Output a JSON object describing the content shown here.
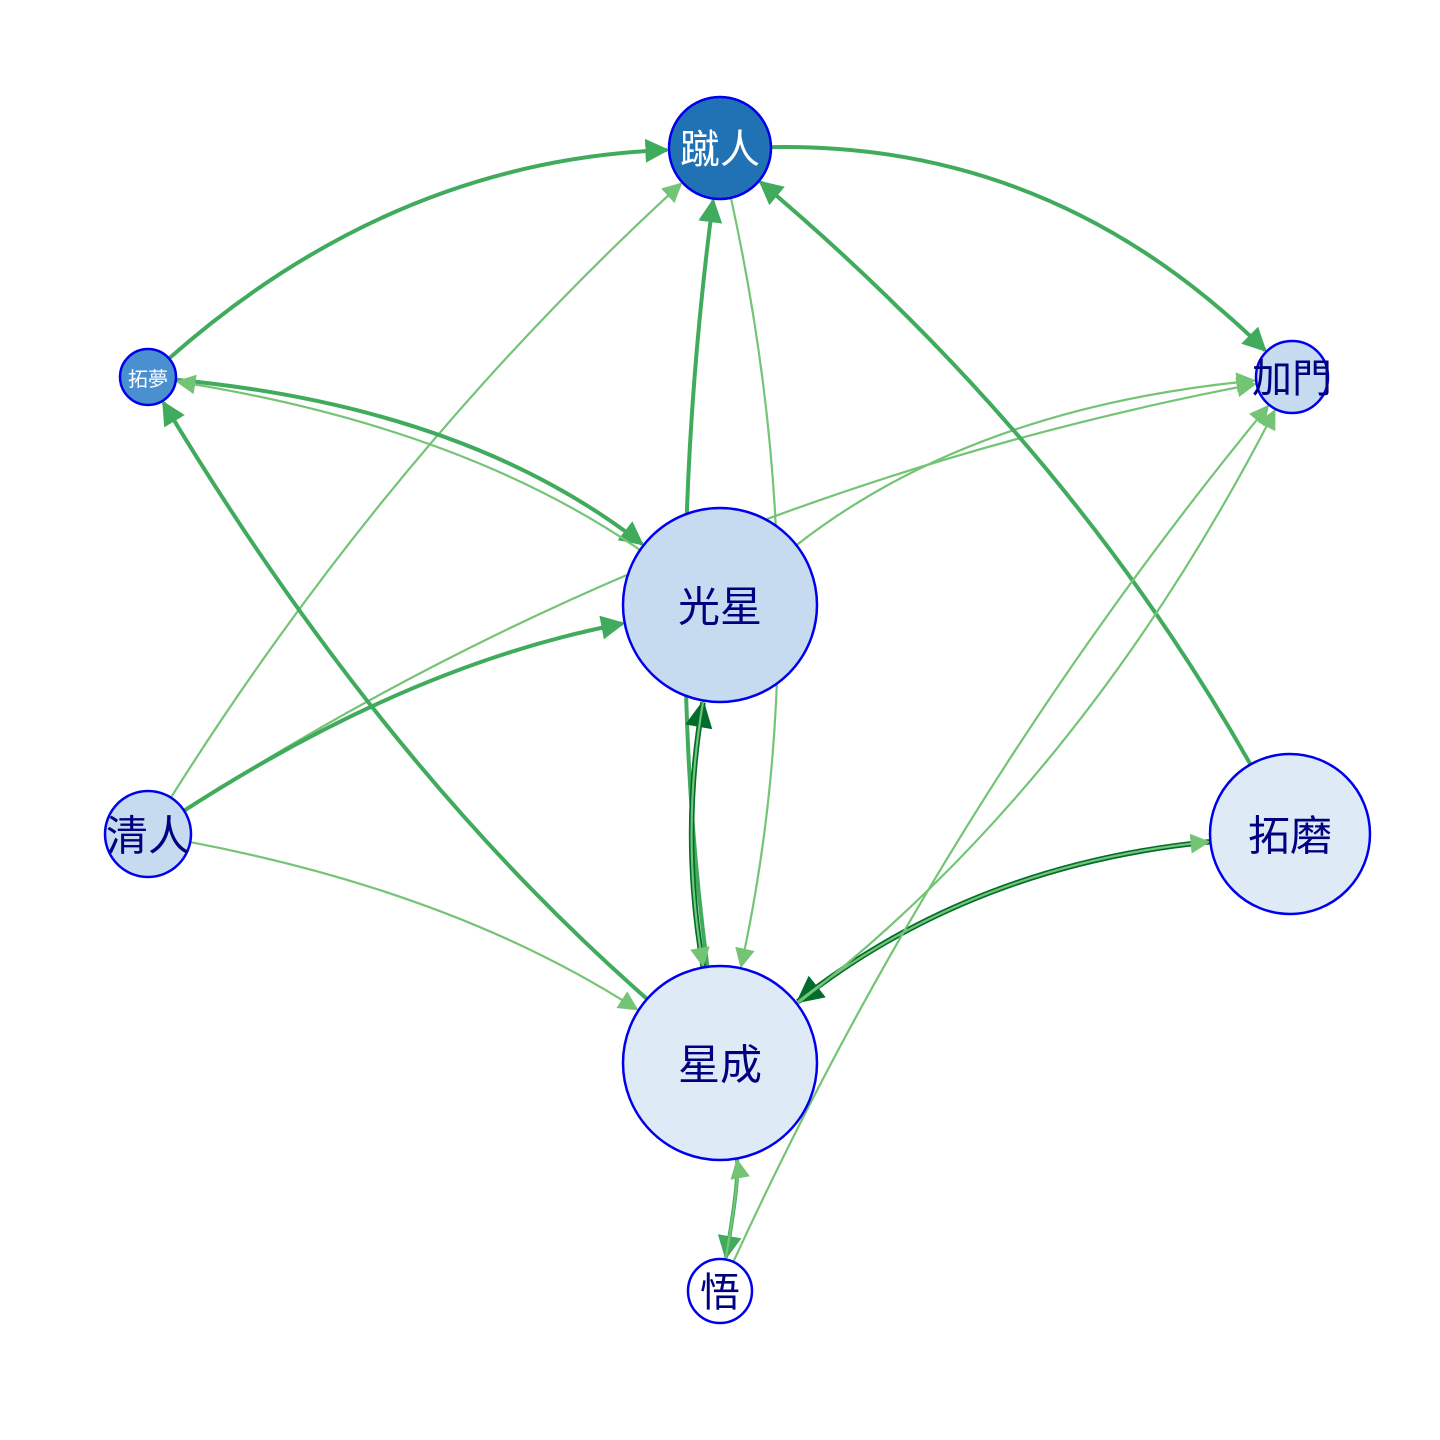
{
  "nodes": [
    {
      "id": "kick",
      "label": "蹴人",
      "fill": "#2171b5",
      "text_color": "#ffffff",
      "stroke": "#0000ee"
    },
    {
      "id": "tm",
      "label": "拓夢",
      "fill": "#4a8fd0",
      "text_color": "#ffffff",
      "stroke": "#0000ee"
    },
    {
      "id": "jm",
      "label": "加門",
      "fill": "#c6dbef",
      "text_color": "#000080",
      "stroke": "#0000ee"
    },
    {
      "id": "gx",
      "label": "光星",
      "fill": "#c6dbef",
      "text_color": "#000080",
      "stroke": "#0000ee"
    },
    {
      "id": "qr",
      "label": "清人",
      "fill": "#c6dbef",
      "text_color": "#000080",
      "stroke": "#0000ee"
    },
    {
      "id": "tmo",
      "label": "拓磨",
      "fill": "#deebf7",
      "text_color": "#000080",
      "stroke": "#0000ee"
    },
    {
      "id": "xc",
      "label": "星成",
      "fill": "#deebf7",
      "text_color": "#000080",
      "stroke": "#0000ee"
    },
    {
      "id": "wu",
      "label": "悟",
      "fill": "#ffffff",
      "text_color": "#000080",
      "stroke": "#0000ee"
    }
  ],
  "edges": [
    {
      "from": "tm",
      "to": "kick",
      "weight": 2
    },
    {
      "from": "qr",
      "to": "kick",
      "weight": 1
    },
    {
      "from": "kick",
      "to": "jm",
      "weight": 2
    },
    {
      "from": "tm",
      "to": "gx",
      "weight": 2
    },
    {
      "from": "gx",
      "to": "tm",
      "weight": 1
    },
    {
      "from": "qr",
      "to": "jm",
      "weight": 1
    },
    {
      "from": "gx",
      "to": "jm",
      "weight": 1
    },
    {
      "from": "qr",
      "to": "gx",
      "weight": 2
    },
    {
      "from": "qr",
      "to": "xc",
      "weight": 1
    },
    {
      "from": "xc",
      "to": "tm",
      "weight": 2
    },
    {
      "from": "xc",
      "to": "kick",
      "weight": 2
    },
    {
      "from": "kick",
      "to": "xc",
      "weight": 1
    },
    {
      "from": "tmo",
      "to": "kick",
      "weight": 2
    },
    {
      "from": "xc",
      "to": "gx",
      "weight": 3
    },
    {
      "from": "gx",
      "to": "xc",
      "weight": 1
    },
    {
      "from": "tmo",
      "to": "xc",
      "weight": 3
    },
    {
      "from": "xc",
      "to": "tmo",
      "weight": 1
    },
    {
      "from": "xc",
      "to": "jm",
      "weight": 1
    },
    {
      "from": "wu",
      "to": "jm",
      "weight": 1
    },
    {
      "from": "xc",
      "to": "wu",
      "weight": 2
    },
    {
      "from": "wu",
      "to": "xc",
      "weight": 1
    }
  ],
  "edge_colors": {
    "1": "#74c476",
    "2": "#41ab5d",
    "3": "#006d2c"
  }
}
